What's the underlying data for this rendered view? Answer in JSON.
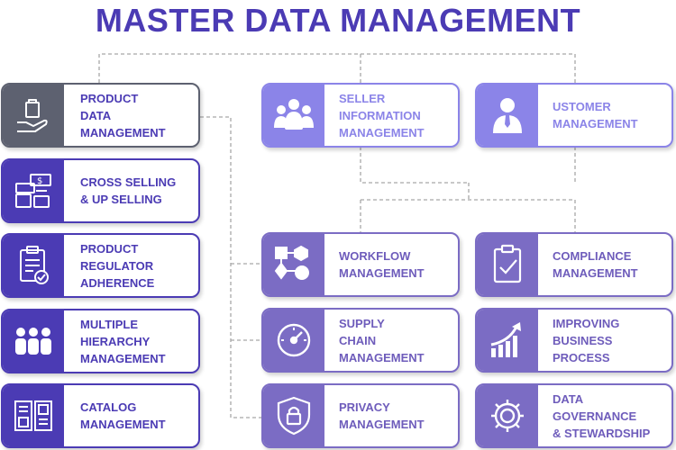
{
  "title": "MASTER DATA MANAGEMENT",
  "colors": {
    "primary": "#4b3bb4",
    "dark": "#5d6170",
    "light": "#8b84e8",
    "mid": "#7b6cc4",
    "connector": "#a8a8a8"
  },
  "left_cards": [
    {
      "label": "PRODUCT\nDATA\nMANAGEMENT",
      "icon": "hand-bag-icon"
    },
    {
      "label": "CROSS SELLING\n& UP SELLING",
      "icon": "money-stack-icon"
    },
    {
      "label": "PRODUCT\nREGULATOR\nADHERENCE",
      "icon": "checklist-clipboard-icon"
    },
    {
      "label": "MULTIPLE\nHIERARCHY\nMANAGEMENT",
      "icon": "people-group-icon"
    },
    {
      "label": "CATALOG\nMANAGEMENT",
      "icon": "open-catalog-icon"
    }
  ],
  "top_cards": [
    {
      "label": "SELLER\nINFORMATION\nMANAGEMENT",
      "icon": "group-icon"
    },
    {
      "label": "USTOMER\nMANAGEMENT",
      "icon": "businessman-icon"
    }
  ],
  "grid_cards": [
    {
      "label": "WORKFLOW\nMANAGEMENT",
      "icon": "workflow-icon"
    },
    {
      "label": "COMPLIANCE\nMANAGEMENT",
      "icon": "compliance-clipboard-icon"
    },
    {
      "label": "SUPPLY\nCHAIN\nMANAGEMENT",
      "icon": "gauge-icon"
    },
    {
      "label": "IMPROVING\nBUSINESS\nPROCESS",
      "icon": "growth-chart-icon"
    },
    {
      "label": "PRIVACY\nMANAGEMENT",
      "icon": "shield-lock-icon"
    },
    {
      "label": "DATA\nGOVERNANCE\n& STEWARDSHIP",
      "icon": "gear-icon"
    }
  ]
}
